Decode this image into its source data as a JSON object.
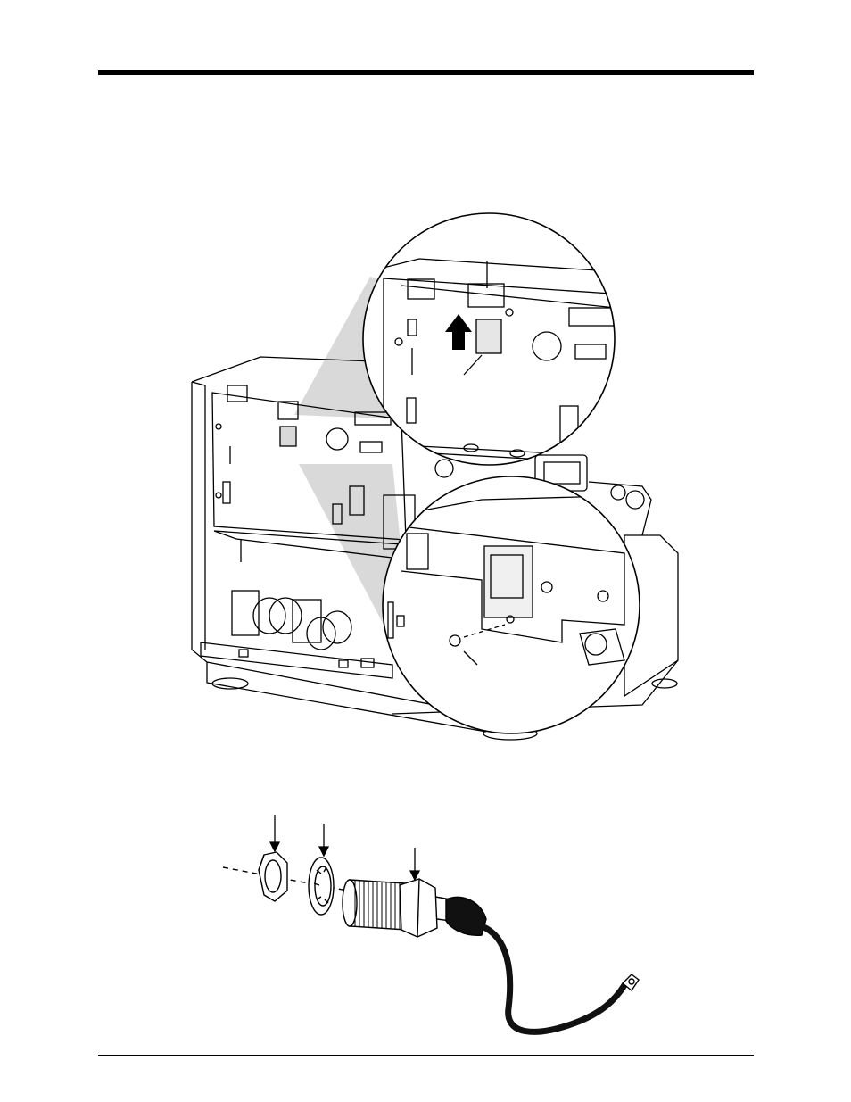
{
  "page": {
    "background": "#ffffff",
    "ink": "#000000",
    "shade": "#d9d9d9"
  },
  "figures": {
    "top": {
      "subject": "printer-chassis-with-two-magnified-callouts",
      "upper_callout_arrow_direction": "up"
    },
    "bottom": {
      "subject": "sensor-hardware-exploded-view",
      "parts": [
        "hex-nut",
        "star-lock-washer",
        "threaded-sensor-with-cable"
      ]
    }
  }
}
